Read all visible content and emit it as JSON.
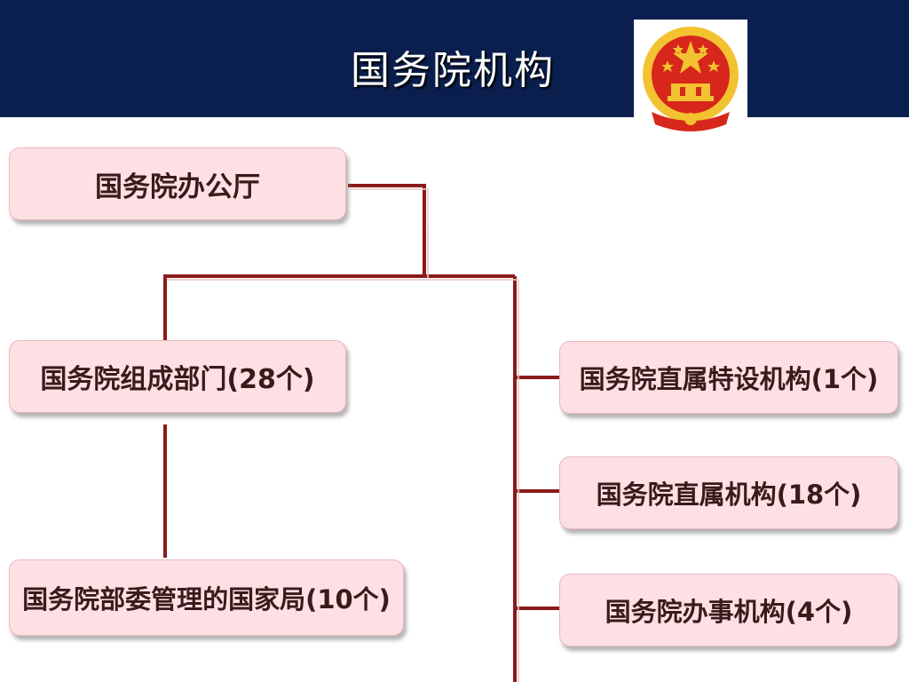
{
  "title": "国务院机构",
  "emblem": {
    "icon": "national-emblem-icon",
    "colors": {
      "red": "#d7261b",
      "gold": "#f2c230"
    }
  },
  "nodes": {
    "office": "国务院办公厅",
    "ministries": "国务院组成部门(28个)",
    "bureaus": "国务院部委管理的国家局(10个)",
    "special": "国务院直属特设机构(1个)",
    "direct": "国务院直属机构(18个)",
    "office_affairs": "国务院办事机构(4个)"
  },
  "colors": {
    "header_bg": "#0b1f4e",
    "node_bg": "#fde0e4",
    "connector": "#8b1a1a"
  }
}
